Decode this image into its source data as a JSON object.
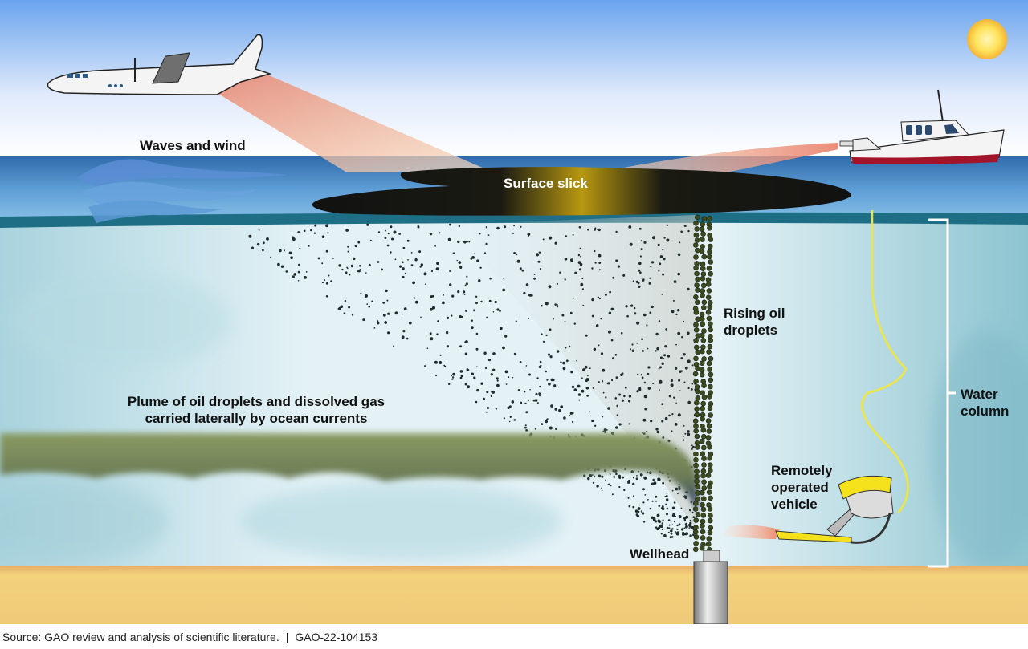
{
  "diagram": {
    "colors": {
      "sky_top": "#6aa4ee",
      "sky_bottom": "#ffffff",
      "surface_water": "#3b78b8",
      "deep_water": "#cfe8ee",
      "seafloor": "#f2cf7a",
      "oil": "#1c1c1c",
      "plume_green": "#7a8a55",
      "plume_blue": "#283a6e",
      "rov_yellow": "#f5e21c",
      "tether": "#f0e640",
      "boat_hull": "#a3142a"
    },
    "icons": [
      "sun-icon",
      "airplane-icon",
      "boat-icon",
      "wellhead-icon",
      "rov-icon",
      "bracket-icon"
    ],
    "labels": {
      "waves": "Waves and wind",
      "surface_slick": "Surface slick",
      "rising_droplets_line1": "Rising oil",
      "rising_droplets_line2": "droplets",
      "plume_line1": "Plume of oil droplets and dissolved gas",
      "plume_line2": "carried laterally by ocean currents",
      "water_column_line1": "Water",
      "water_column_line2": "column",
      "rov_line1": "Remotely",
      "rov_line2": "operated",
      "rov_line3": "vehicle",
      "wellhead": "Wellhead"
    }
  },
  "footer": {
    "source": "Source: GAO review and analysis of scientific literature.",
    "separator": "|",
    "report_id": "GAO-22-104153"
  }
}
